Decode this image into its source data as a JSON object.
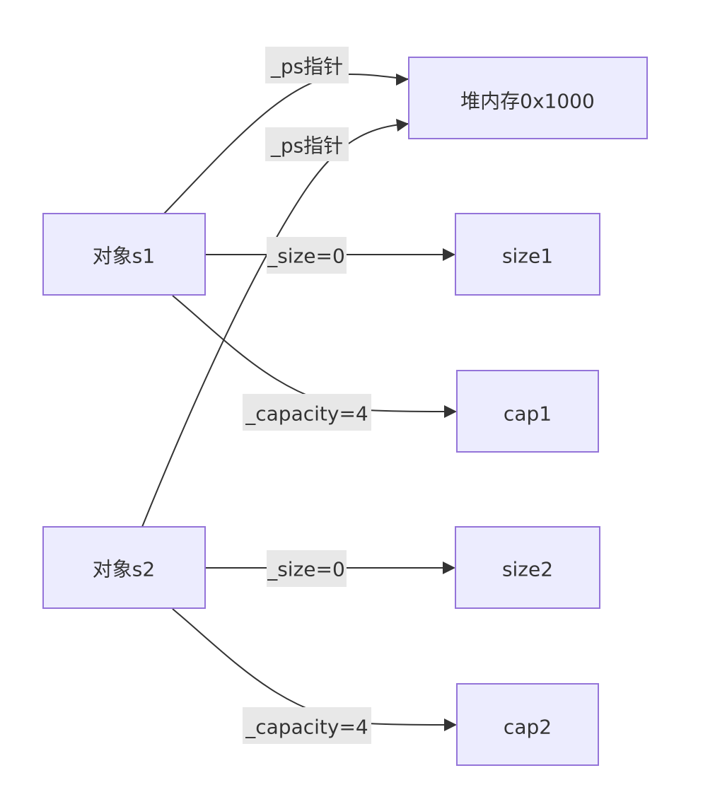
{
  "nodes": {
    "heap": {
      "label": "堆内存0x1000"
    },
    "s1": {
      "label": "对象s1"
    },
    "s2": {
      "label": "对象s2"
    },
    "size1": {
      "label": "size1"
    },
    "cap1": {
      "label": "cap1"
    },
    "size2": {
      "label": "size2"
    },
    "cap2": {
      "label": "cap2"
    }
  },
  "edges": {
    "s1_ps": {
      "label": "_ps指针"
    },
    "s2_ps": {
      "label": "_ps指针"
    },
    "s1_size": {
      "label": "_size=0"
    },
    "s1_cap": {
      "label": "_capacity=4"
    },
    "s2_size": {
      "label": "_size=0"
    },
    "s2_cap": {
      "label": "_capacity=4"
    }
  },
  "colors": {
    "node_fill": "#ececfe",
    "node_border": "#9474d9",
    "edge": "#333333",
    "label_bg": "#e8e8e8",
    "text": "#333333"
  }
}
